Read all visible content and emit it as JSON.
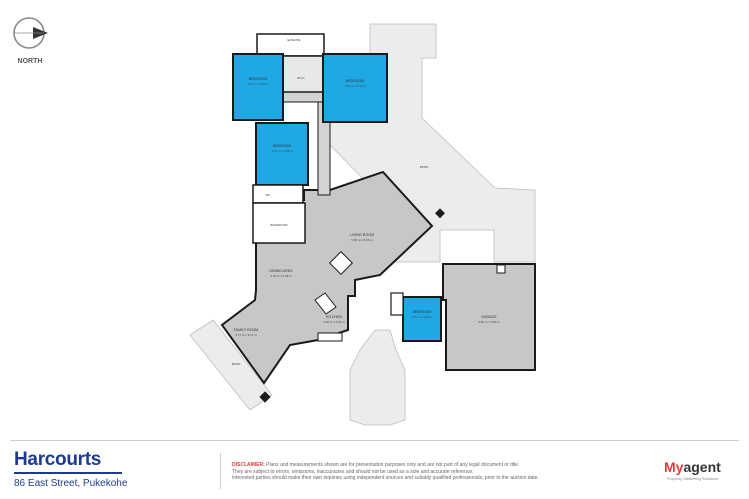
{
  "compass": {
    "label": "NORTH",
    "icon": "north-arrow-icon"
  },
  "rooms": {
    "ensuite": {
      "label": "ENSUITE"
    },
    "wc_top": {
      "label": "W.I.C"
    },
    "bedroom_left": {
      "label": "BEDROOM",
      "dims": "3.65 m x 4.30 m"
    },
    "bedroom_master": {
      "label": "BEDROOM",
      "dims": "3.65 m x 5.10 m"
    },
    "bedroom_mid": {
      "label": "BEDROOM",
      "dims": "3.70 m x 3.65 m"
    },
    "wc_mid": {
      "label": "WC"
    },
    "bathroom": {
      "label": "BATHROOM"
    },
    "patio_top": {
      "label": "PATIO"
    },
    "living": {
      "label": "LIVING ROOM",
      "dims": "5.80 m x 5.65 m"
    },
    "dining": {
      "label": "DINING AREA",
      "dims": "4.78 m x 4.08 m"
    },
    "kitchen": {
      "label": "KITCHEN",
      "dims": "4.40 m x 4.00 m"
    },
    "family": {
      "label": "FAMILY ROOM",
      "dims": "3.77 m x 3.71 m"
    },
    "patio_bottom": {
      "label": "PATIO"
    },
    "bedroom_small": {
      "label": "BEDROOM",
      "dims": "3.00 m x 3.00 m"
    },
    "garage": {
      "label": "GARAGE",
      "dims": "5.80 m x 5.80 m"
    }
  },
  "colors": {
    "bedroom": "#1ea8e6",
    "living": "#c7c7c7",
    "outdoor": "#ececec",
    "wall": "#1a1a1a",
    "brand": "#1f3a93",
    "accent": "#e23b3b"
  },
  "footer": {
    "brand": "Harcourts",
    "address": "86 East Street, Pukekohe",
    "disclaimer_label": "DISCLAIMER:",
    "disclaimer_lines": [
      "Plans and measurements shown are for presentation purposes only and are not part of any legal document or title.",
      "They are subject to errors, omissions, inaccuracies and should not be used as a sole and accurate reference.",
      "Interested parties should make their own inquiries using independent sources and suitably qualified professionals, prior to the auction date."
    ],
    "agent_brand_prefix": "My",
    "agent_brand_suffix": "agent",
    "agent_tagline": "Property Marketing Solutions"
  }
}
